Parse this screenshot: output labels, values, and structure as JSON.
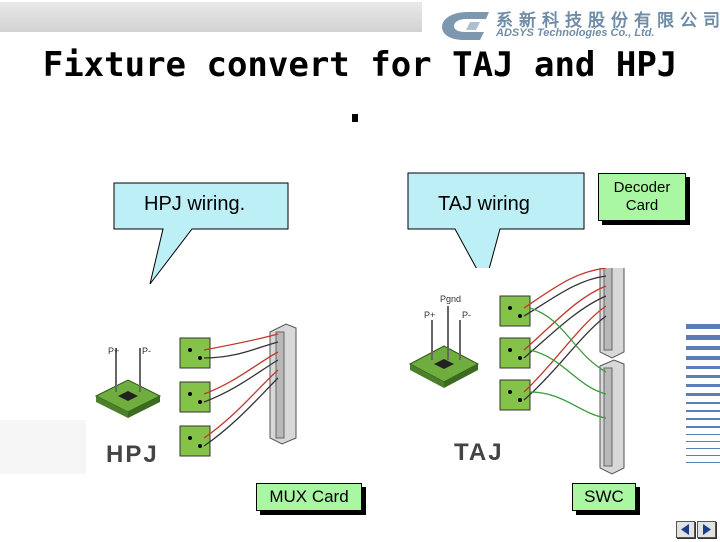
{
  "header": {
    "company_cn": "系新科技股份有限公司",
    "company_en": "ADSYS Technologies Co., Ltd.",
    "title": "Fixture convert for TAJ and HPJ",
    "title_dot": "."
  },
  "callouts": {
    "hpj": "HPJ wiring.",
    "taj": "TAJ wiring"
  },
  "boxes": {
    "decoder": "Decoder\nCard",
    "mux": "MUX Card",
    "swc": "SWC"
  },
  "diagrams": {
    "hpj_label": "HPJ",
    "taj_label": "TAJ",
    "hpj_pin_labels": [
      "P+",
      "P-"
    ],
    "taj_pin_labels": [
      "P+",
      "P-",
      "Pgnd"
    ]
  },
  "colors": {
    "callout_fill": "#bdeff7",
    "box_fill": "#a9f7a3",
    "board_green": "#84c24a",
    "wire_red": "#c0392b",
    "wire_green": "#3a9a3a",
    "bar_blue": "#5a7fb6",
    "logo_blue": "#6f8da8"
  },
  "nav": {
    "prev_icon": "triangle-left-icon",
    "next_icon": "triangle-right-icon"
  }
}
